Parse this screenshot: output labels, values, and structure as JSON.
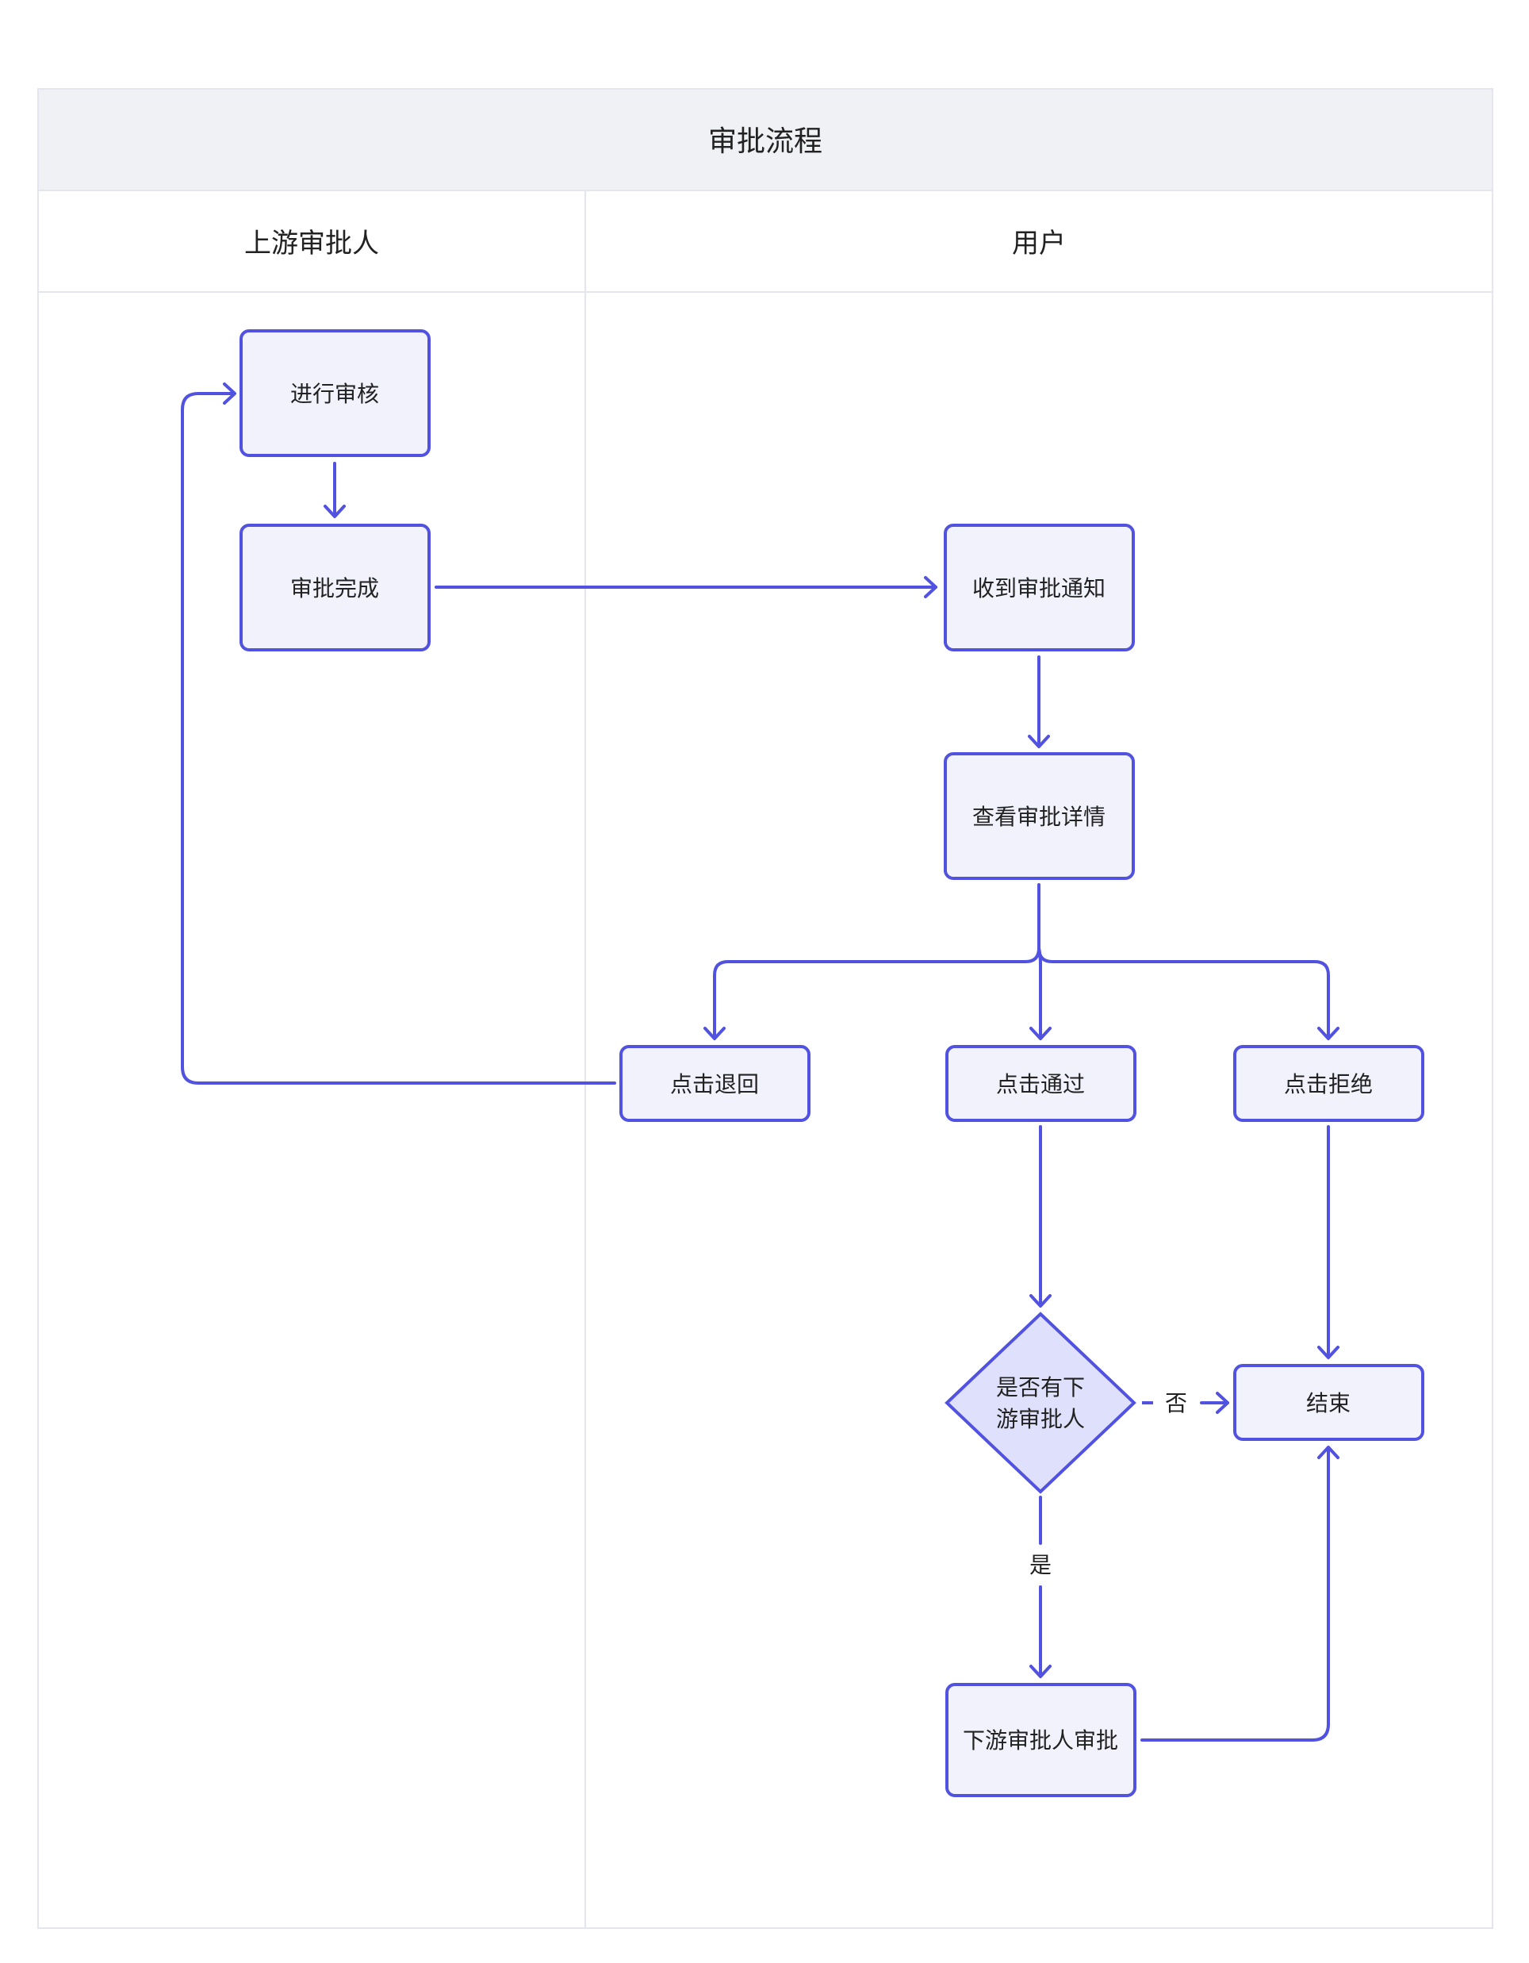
{
  "diagram": {
    "title": "审批流程",
    "lanes": [
      {
        "id": "upstream",
        "label": "上游审批人"
      },
      {
        "id": "user",
        "label": "用户"
      }
    ],
    "nodes": {
      "review": "进行审核",
      "approval_done": "审批完成",
      "receive_notice": "收到审批通知",
      "view_details": "查看审批详情",
      "click_return": "点击退回",
      "click_pass": "点击通过",
      "click_reject": "点击拒绝",
      "decision_line1": "是否有下",
      "decision_line2": "游审批人",
      "end": "结束",
      "downstream_approval": "下游审批人审批"
    },
    "edge_labels": {
      "no": "否",
      "yes": "是"
    },
    "colors": {
      "accent": "#5252e0",
      "node_fill": "#f2f2fd",
      "decision_fill": "#dfe0fb",
      "header_fill": "#f0f1f4",
      "frame_stroke": "#e4e5ef"
    }
  }
}
